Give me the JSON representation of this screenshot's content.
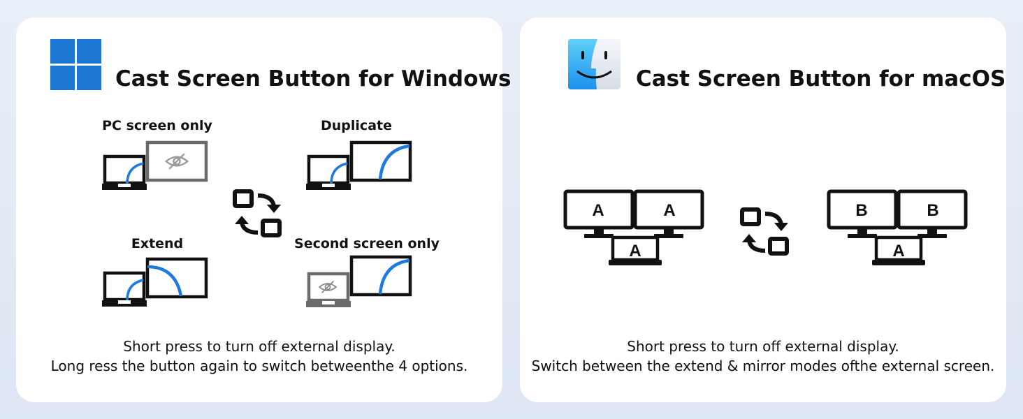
{
  "windows_panel": {
    "title": "Cast Screen Button for Windows",
    "logo_icon": "windows-logo-icon",
    "modes": [
      {
        "label": "PC  screen only",
        "icon": "pc-screen-only-icon"
      },
      {
        "label": "Duplicate",
        "icon": "duplicate-icon"
      },
      {
        "label": "Extend",
        "icon": "extend-icon"
      },
      {
        "label": "Second screen only",
        "icon": "second-screen-only-icon"
      }
    ],
    "switch_icon": "switch-arrows-icon",
    "description": [
      "Short press to turn off external display.",
      "Long ress the button again to switch betweenthe 4 options."
    ]
  },
  "macos_panel": {
    "title": "Cast Screen Button for macOS",
    "logo_icon": "finder-logo-icon",
    "extend_diagram": {
      "monitor_left": "A",
      "monitor_right": "A",
      "laptop": "A"
    },
    "mirror_diagram": {
      "monitor_left": "B",
      "monitor_right": "B",
      "laptop": "A"
    },
    "switch_icon": "switch-arrows-icon",
    "description": [
      "Short press to turn off external display.",
      "Switch between the extend & mirror modes ofthe external screen."
    ]
  },
  "colors": {
    "windows_blue": "#1c76d2",
    "finder_light_blue": "#3db6f5",
    "finder_dark_blue": "#1a7fe0",
    "accent_arc": "#1f7ae0",
    "icon_black": "#111111",
    "icon_gray": "#6b6b6b"
  }
}
